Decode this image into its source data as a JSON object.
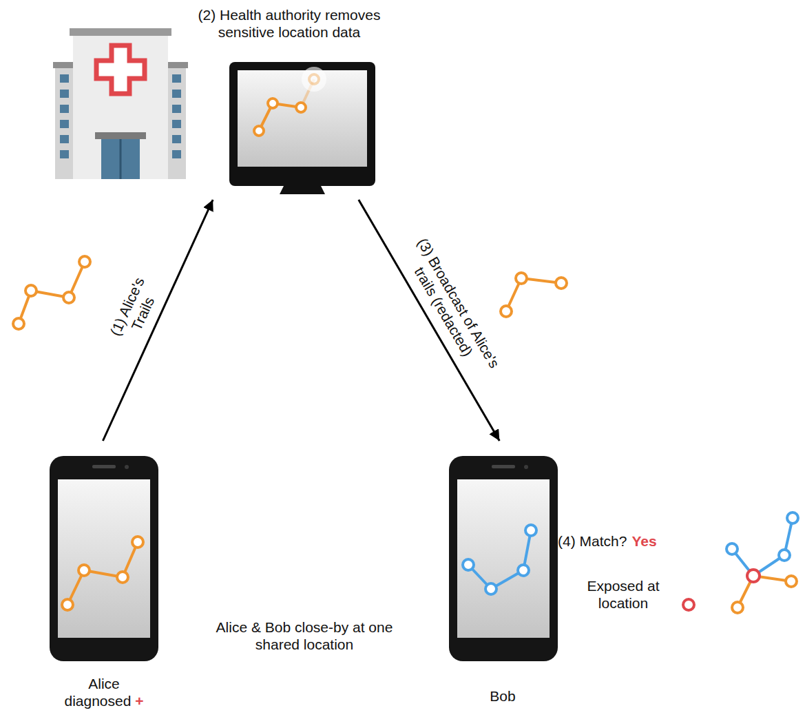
{
  "diagram": {
    "nodes": [
      {
        "text": [
          "(2) Health authority removes sensitive location data"
        ]
      },
      {
        "text": [
          "Alice diagnosed",
          "+"
        ]
      },
      {
        "text": [
          "Bob"
        ]
      }
    ],
    "edges": [
      {
        "from": 1,
        "to": 0,
        "arrow": "to",
        "label": "(1) Alice's Trails"
      },
      {
        "from": 0,
        "to": 2,
        "arrow": "to",
        "label": "(3) Broadcast of Alice's trails (redacted)"
      }
    ],
    "labels": [
      "(4) Match?",
      "Yes",
      "Exposed at location",
      "Alice & Bob close-by at one shared location"
    ]
  }
}
